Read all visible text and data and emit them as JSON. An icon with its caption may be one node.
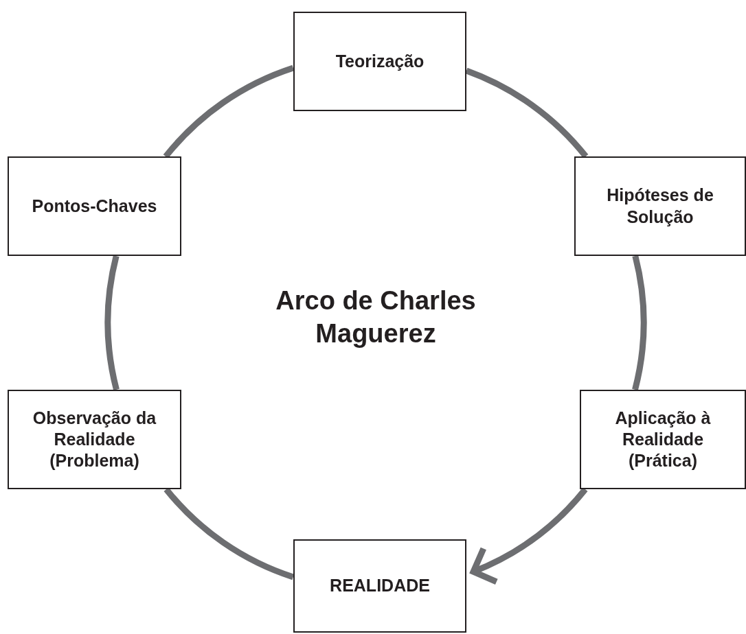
{
  "diagram": {
    "nodes": [
      {
        "text": [
          "Teorização"
        ]
      },
      {
        "text": [
          "Pontos-Chaves"
        ]
      },
      {
        "text": [
          "Hipóteses de Solução"
        ]
      },
      {
        "text": [
          "Observação da Realidade (Problema)"
        ]
      },
      {
        "text": [
          "Aplicação à Realidade (Prática)"
        ]
      },
      {
        "text": [
          "REALIDADE"
        ]
      }
    ],
    "edges": [
      {
        "from": 5,
        "to": 3,
        "arrow": "none"
      },
      {
        "from": 3,
        "to": 1,
        "arrow": "none"
      },
      {
        "from": 1,
        "to": 0,
        "arrow": "none"
      },
      {
        "from": 0,
        "to": 2,
        "arrow": "none"
      },
      {
        "from": 2,
        "to": 4,
        "arrow": "none"
      },
      {
        "from": 4,
        "to": 5,
        "arrow": "to"
      }
    ],
    "labels": [
      "Arco de Charles Maguerez"
    ]
  }
}
